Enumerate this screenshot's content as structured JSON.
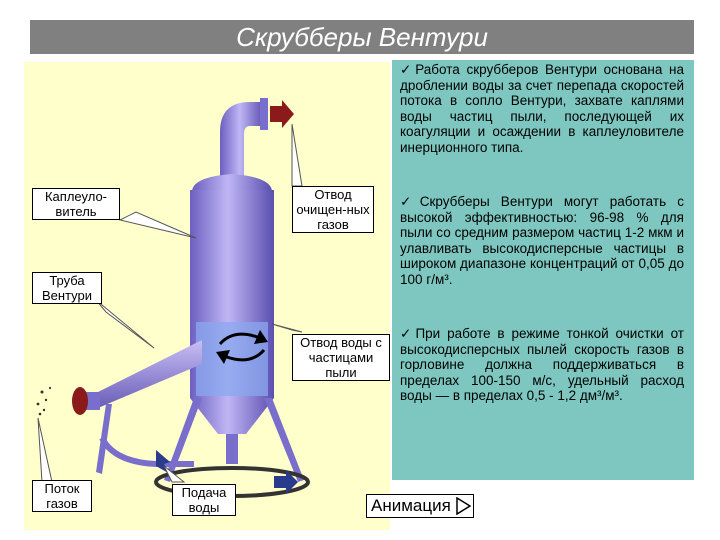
{
  "header": {
    "title": "Скрубберы Вентури"
  },
  "labels": {
    "droplet_catcher": "Каплеуло-витель",
    "venturi_tube": "Труба Вентури",
    "gas_flow": "Поток газов",
    "water_supply": "Подача воды",
    "clean_gas_outlet": "Отвод очищен-ных газов",
    "water_outlet": "Отвод воды с частицами пыли"
  },
  "text": {
    "p1": "Работа скрубберов Вентури основана на дроблении воды за счет перепада скоростей потока в сопло Вентури, захвате каплями воды частиц пыли, последующей их коагуляции и осаждении в каплеуловителе инерционного типа.",
    "p2": "Скрубберы Вентури могут работать с высокой эффективностью: 96-98 % для пыли со средним размером частиц 1-2 мкм и улавливать высокодисперсные частицы в широком диапазоне концентраций от 0,05 до 100 г/м³.",
    "p3": "При работе в режиме тонкой очистки от высокодисперсных пылей скорость газов в горловине должна поддерживаться в пределах 100-150 м/с, удельный расход воды — в пределах 0,5 - 1,2 дм³/м³."
  },
  "animation_button": {
    "label": "Анимация"
  },
  "icons": {
    "check": "check-icon",
    "play": "play-triangle-icon"
  },
  "colors": {
    "title_bg": "#808080",
    "panel_bg": "#7ec7c0",
    "illustration_bg": "#ffffcc",
    "vessel": "#9b8ee0",
    "arrow_red": "#8b1a1a",
    "arrow_blue": "#2a3a8c"
  }
}
